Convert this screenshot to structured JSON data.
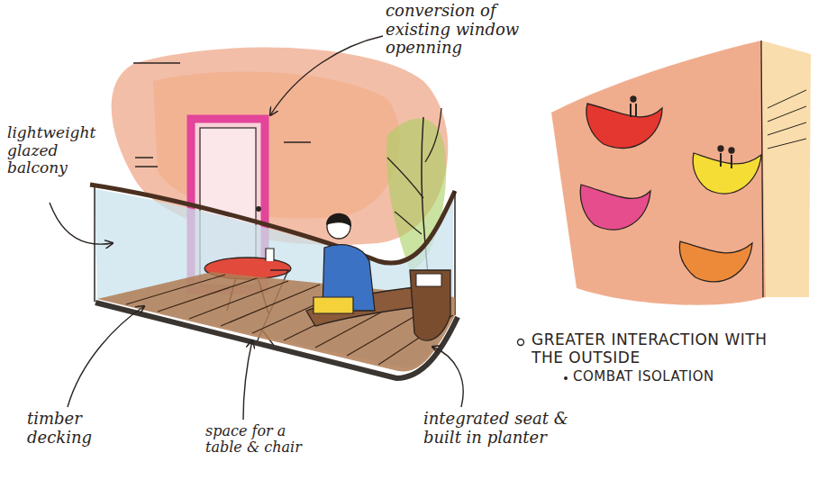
{
  "diagram": {
    "labels": [
      "conversion of existing window openning",
      "lightweight glazed balcony",
      "timber decking",
      "space for a table & chair",
      "integrated seat & built in planter",
      "GREATER INTERACTION WITH THE OUTSIDE",
      "COMBAT ISOLATION"
    ]
  }
}
